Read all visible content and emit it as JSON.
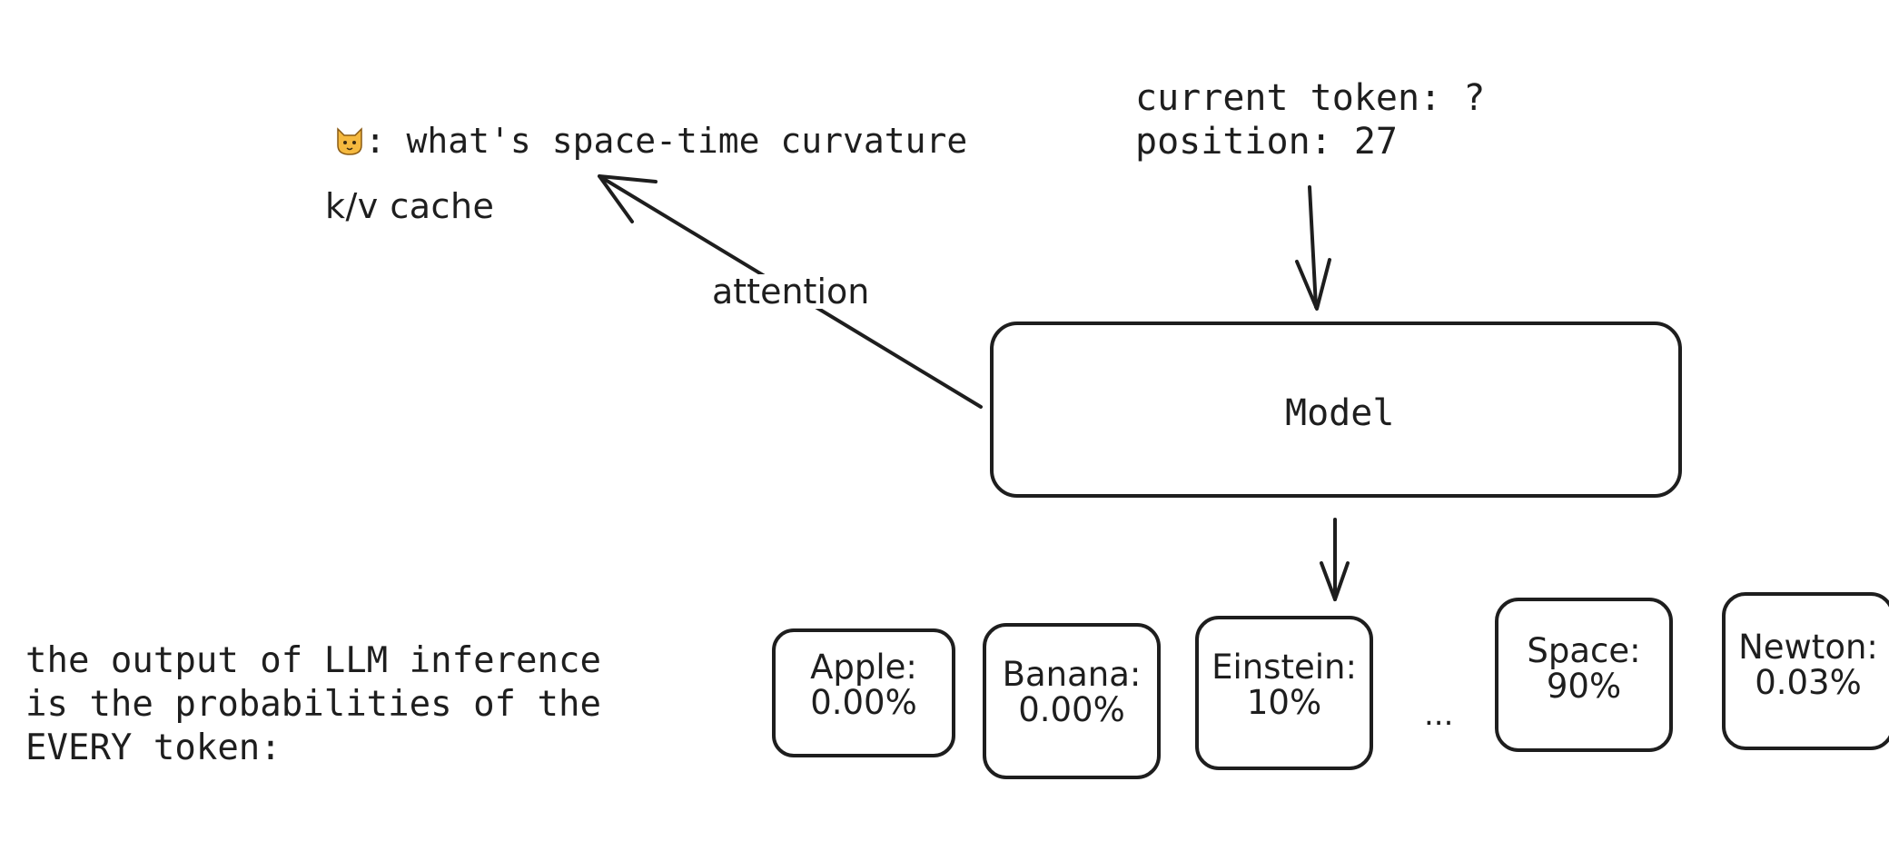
{
  "prompt": {
    "icon": "cat-face-icon",
    "separator": ":",
    "text": "what's space-time curvature"
  },
  "kv_cache_label": "k/v cache",
  "attention_label": "attention",
  "current_token": "current token: ?",
  "position": "position: 27",
  "model_label": "Model",
  "output_caption": "the output of LLM inference is the probabilities of the EVERY token:",
  "ellipsis": "...",
  "tokens": [
    {
      "name": "Apple:",
      "prob": "0.00%"
    },
    {
      "name": "Banana:",
      "prob": "0.00%"
    },
    {
      "name": "Einstein:",
      "prob": "10%"
    },
    {
      "name": "Space:",
      "prob": "90%"
    },
    {
      "name": "Newton:",
      "prob": "0.03%"
    }
  ],
  "colors": {
    "stroke": "#1e1e1e",
    "background": "#ffffff",
    "cat_face": "#f5b93f"
  }
}
